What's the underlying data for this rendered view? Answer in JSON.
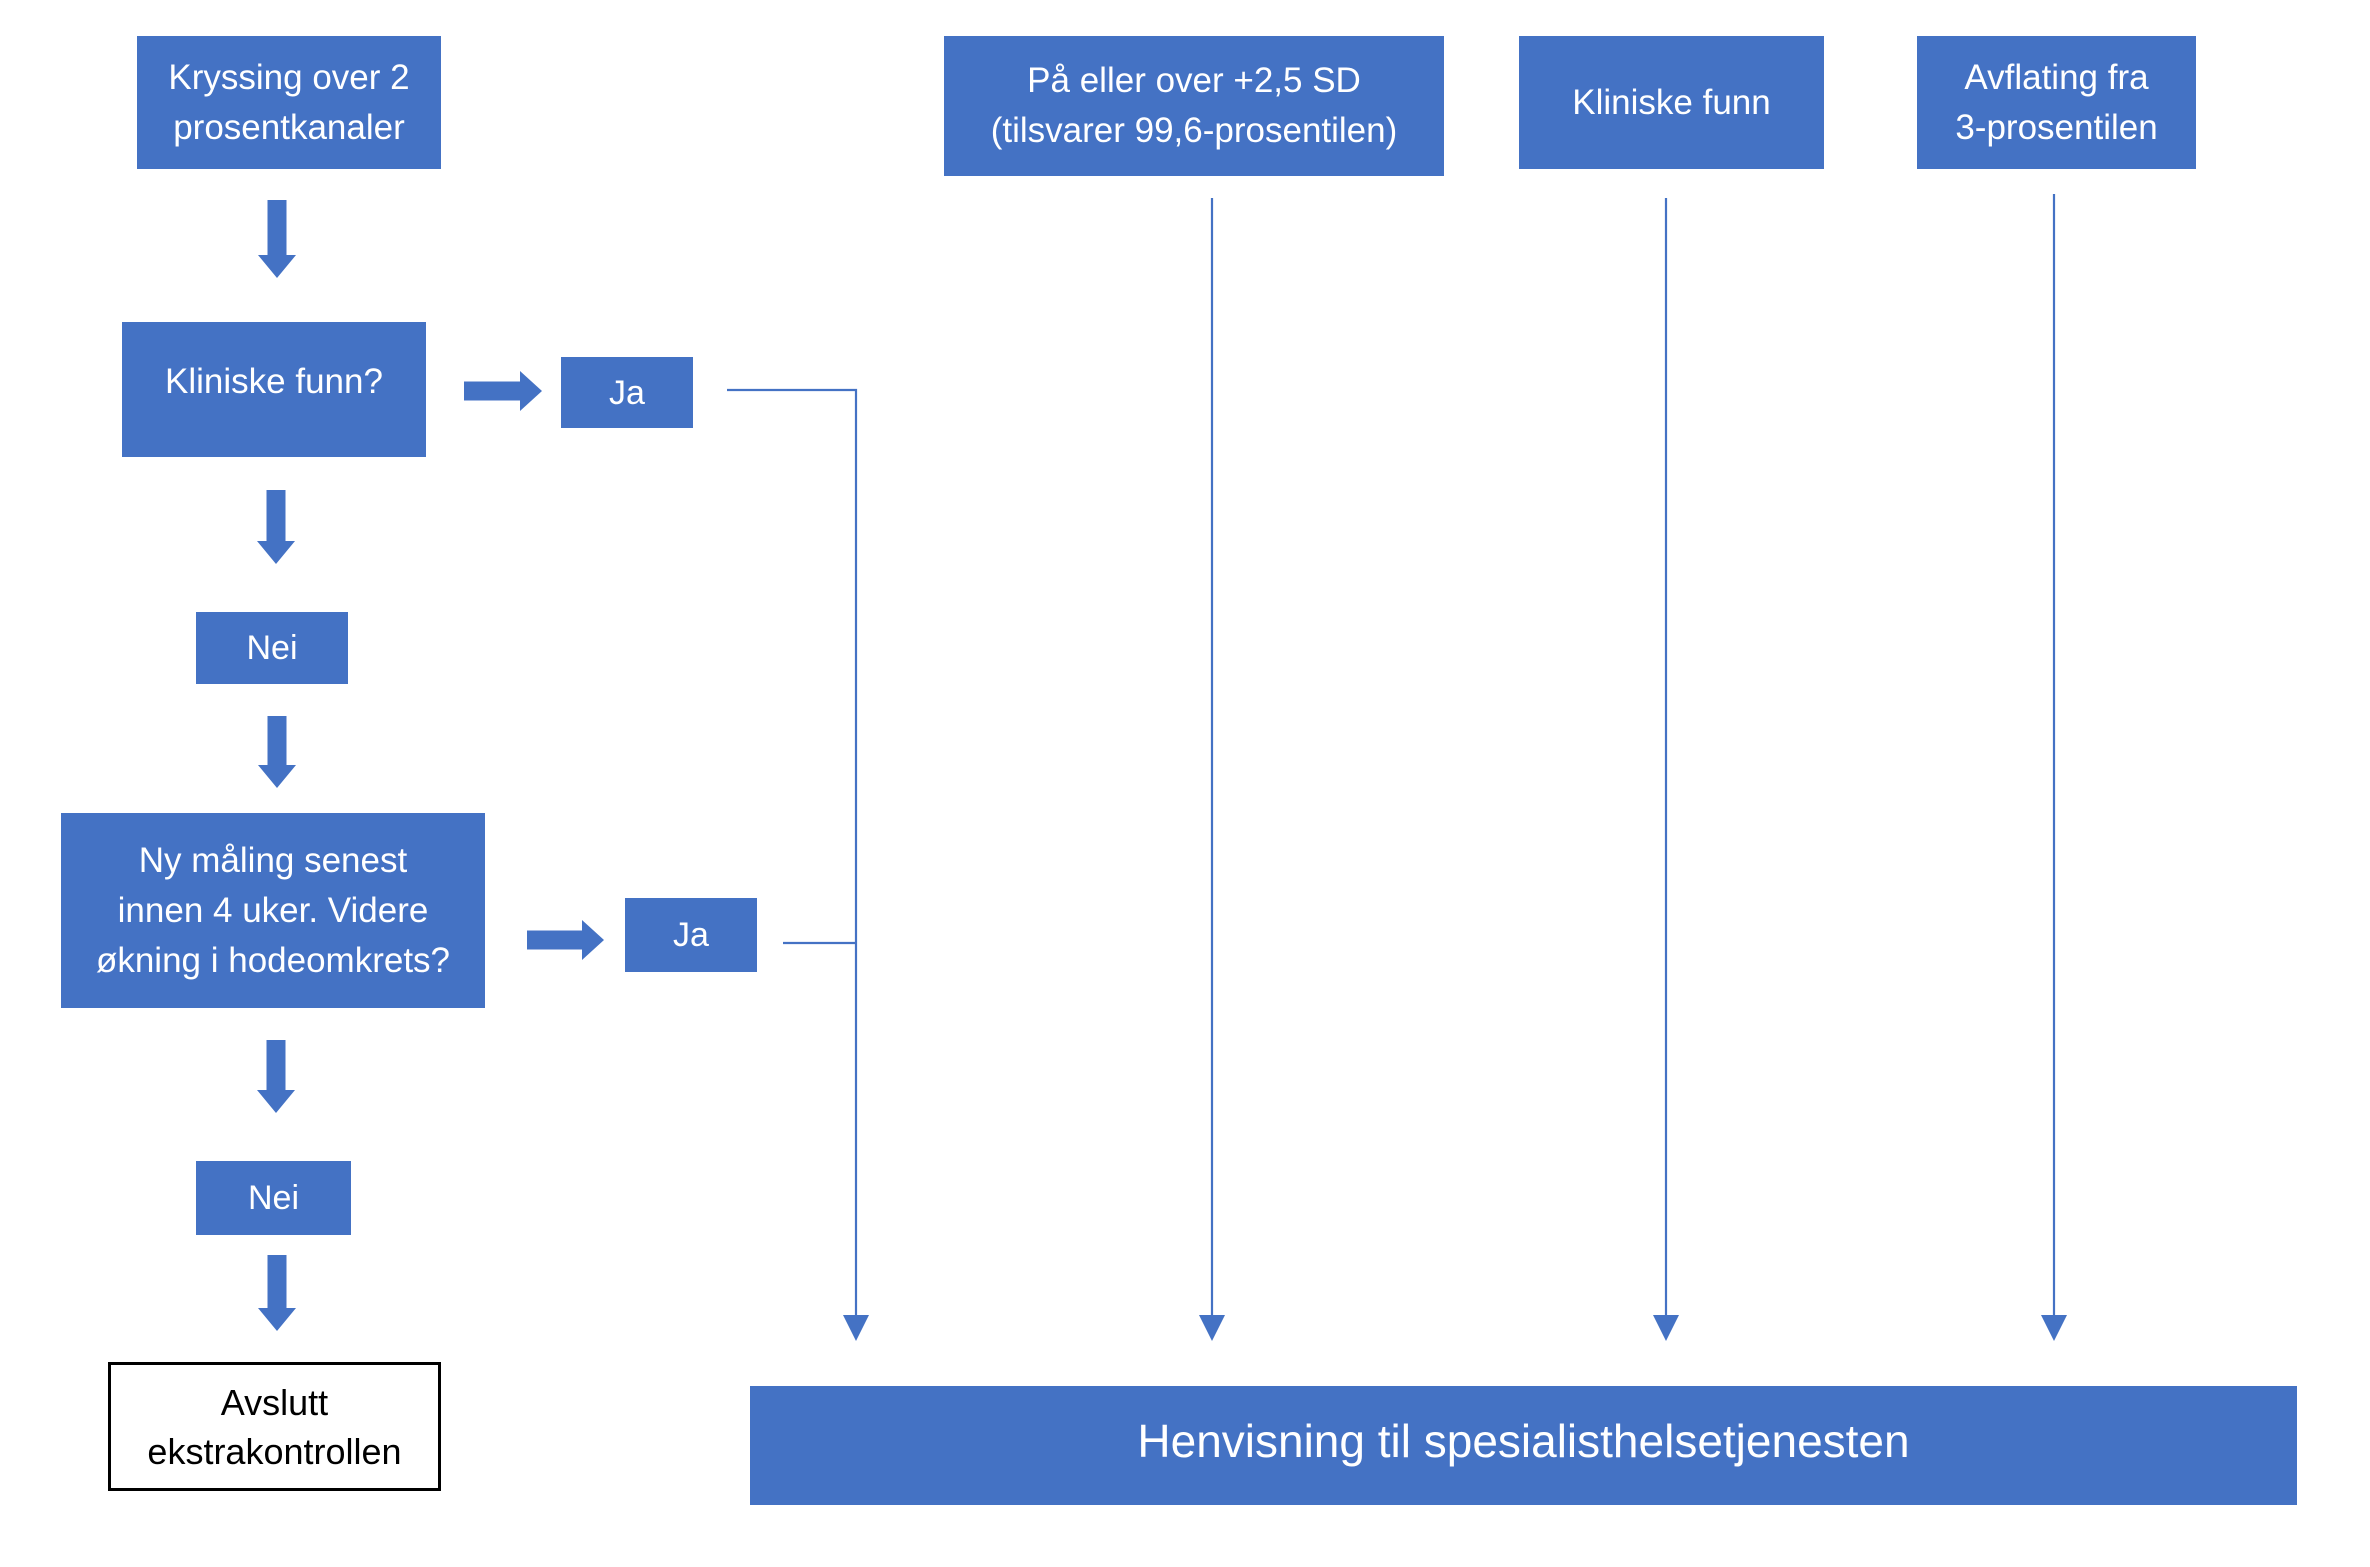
{
  "flowchart": {
    "colors": {
      "accent": "#4472C4",
      "end_node_border": "#000000",
      "text_on_accent": "#FFFFFF",
      "text_on_white": "#000000"
    },
    "nodes": {
      "start": "Kryssing over 2\nprosentkanaler",
      "question1": "Kliniske funn?",
      "yes1": "Ja",
      "no1": "Nei",
      "question2": "Ny måling senest\ninnen 4 uker. Videre\nøkning i hodeomkrets?",
      "yes2": "Ja",
      "no2": "Nei",
      "end": "Avslutt\nekstrakontrollen",
      "criterion1": "På eller over +2,5 SD\n(tilsvarer 99,6-prosentilen)",
      "criterion2": "Kliniske funn",
      "criterion3": "Avflating fra\n3-prosentilen",
      "outcome": "Henvisning til spesialisthelsetjenesten"
    }
  }
}
